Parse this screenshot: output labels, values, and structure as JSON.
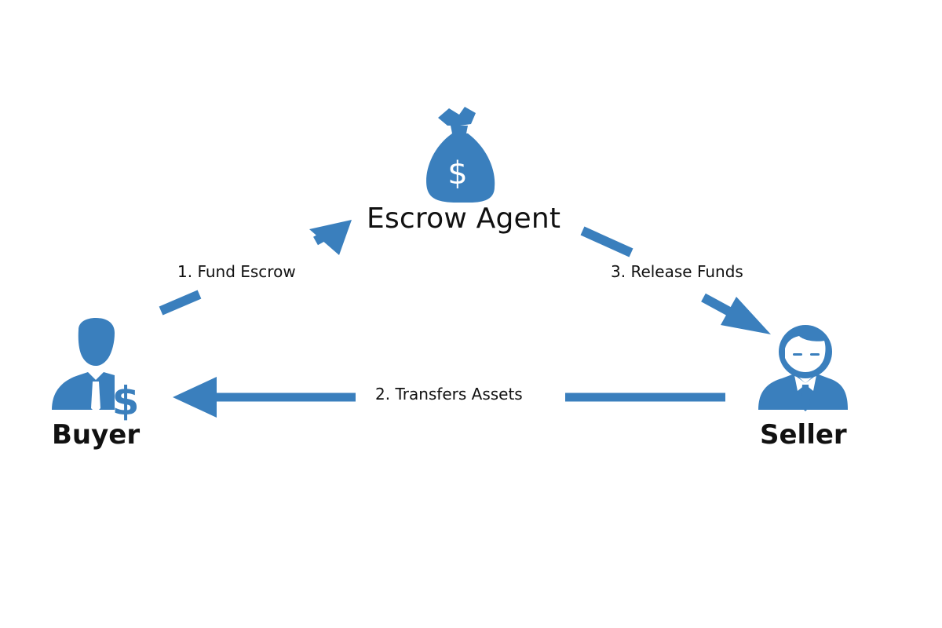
{
  "colors": {
    "accent": "#3a7fbd",
    "text": "#111111",
    "background": "#ffffff"
  },
  "nodes": {
    "agent": {
      "label": "Escrow Agent",
      "icon": "money-bag-icon"
    },
    "buyer": {
      "label": "Buyer",
      "icon": "businessman-dollar-icon"
    },
    "seller": {
      "label": "Seller",
      "icon": "businessman-icon"
    }
  },
  "edges": [
    {
      "label": "1. Fund Escrow",
      "from": "buyer",
      "to": "agent"
    },
    {
      "label": "2. Transfers Assets",
      "from": "seller",
      "to": "buyer"
    },
    {
      "label": "3.  Release Funds",
      "from": "agent",
      "to": "seller"
    }
  ]
}
